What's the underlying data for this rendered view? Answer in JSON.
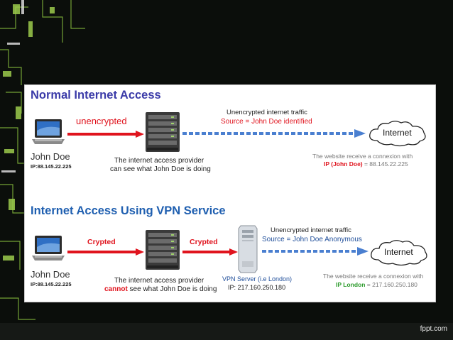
{
  "section1": {
    "title": "Normal Internet Access",
    "user_name": "John Doe",
    "user_ip": "IP:88.145.22.225",
    "link_label": "unencrypted",
    "isp_caption_line1": "The internet access provider",
    "isp_caption_line2": "can see what John Doe is doing",
    "traffic_line1": "Unencrypted internet traffic",
    "traffic_line2": "Source = John Doe identified",
    "cloud_label": "Internet",
    "site_line1": "The website receive a connexion with",
    "site_ip_label": "IP (John Doe)",
    "site_ip_value": " = 88.145.22.225"
  },
  "section2": {
    "title": "Internet Access Using VPN Service",
    "user_name": "John Doe",
    "user_ip": "IP:88.145.22.225",
    "link1_label": "Crypted",
    "link2_label": "Crypted",
    "isp_caption_line1": "The internet access provider",
    "isp_caption_cannot": "cannot",
    "isp_caption_rest": " see what John Doe is doing",
    "vpn_label": "VPN Server (i.e London)",
    "vpn_ip": "IP: 217.160.250.180",
    "traffic_line1": "Unencrypted internet traffic",
    "traffic_line2": "Source = John Doe Anonymous",
    "cloud_label": "Internet",
    "site_line1": "The website receive a connexion with",
    "site_ip_label": "IP London",
    "site_ip_value": " = 217.160.250.180"
  },
  "footer": "fppt.com",
  "colors": {
    "red": "#e0141e",
    "blue_dashed": "#4a7fd0",
    "title1": "#3a3aa8",
    "title2": "#1f5fb0",
    "green": "#2a9a2a"
  },
  "icons": [
    "laptop-icon",
    "server-rack-icon",
    "vpn-server-icon",
    "cloud-icon"
  ]
}
